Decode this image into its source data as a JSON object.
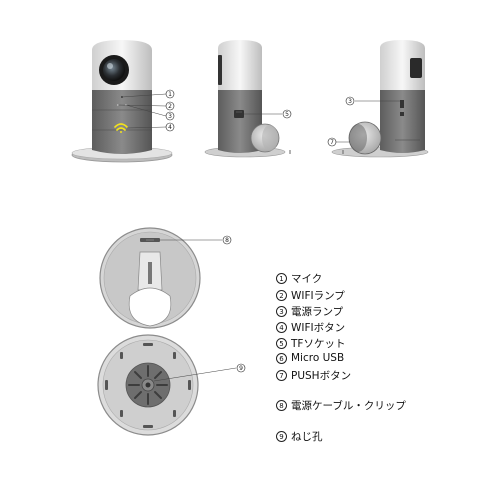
{
  "callouts": {
    "c1": "1",
    "c2": "2",
    "c3": "3",
    "c4": "4",
    "c5": "5",
    "c3b": "3",
    "c7": "7",
    "c8": "8",
    "c9": "9"
  },
  "legend": [
    {
      "num": "1",
      "label": "マイク"
    },
    {
      "num": "2",
      "label": "WIFIランプ"
    },
    {
      "num": "3",
      "label": "電源ランプ"
    },
    {
      "num": "4",
      "label": "WIFIボタン"
    },
    {
      "num": "5",
      "label": "TFソケット"
    },
    {
      "num": "6",
      "label": "Micro USB"
    },
    {
      "num": "7",
      "label": "PUSHボタン"
    },
    {
      "num": "8",
      "label": "電源ケーブル・クリップ"
    },
    {
      "num": "9",
      "label": "ねじ孔"
    }
  ],
  "colors": {
    "device_body": "#7b7b7b",
    "device_top": "#e6e6e6",
    "base": "#c9c9c9",
    "wifi_icon": "#f2e21b"
  }
}
